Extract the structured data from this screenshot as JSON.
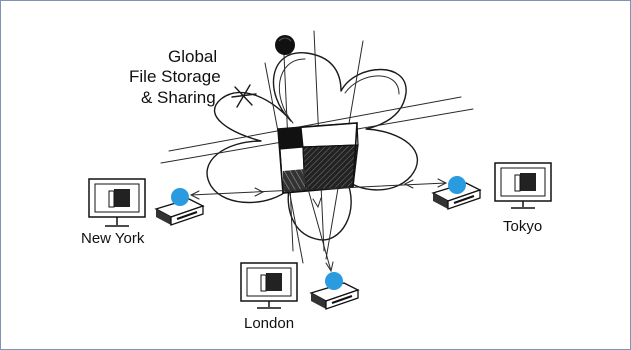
{
  "diagram": {
    "title_lines": [
      "Global",
      "File Storage",
      "& Sharing"
    ],
    "locations": [
      {
        "name": "New York"
      },
      {
        "name": "London"
      },
      {
        "name": "Tokyo"
      }
    ],
    "colors": {
      "node": "#2b9be0",
      "ink": "#1a1a1a",
      "frame": "#7f95b5"
    },
    "icons": {
      "computer": "desktop-monitor-icon",
      "storage": "storage-box-icon",
      "marker": "black-pin-icon"
    }
  }
}
